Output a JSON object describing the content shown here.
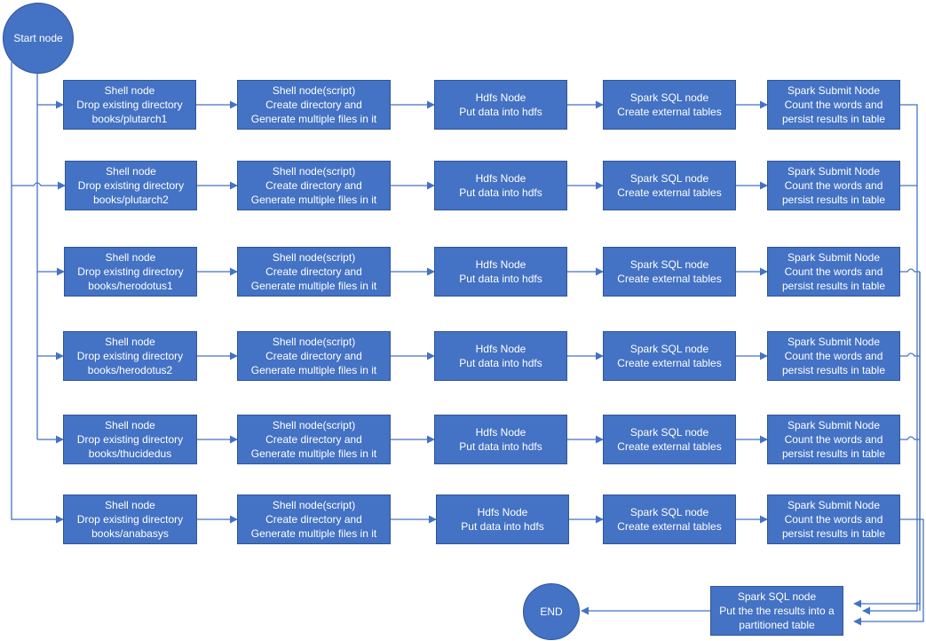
{
  "start": {
    "label": "Start node"
  },
  "end": {
    "label": "END"
  },
  "rows": [
    {
      "shell": [
        "Shell node",
        "Drop existing directory",
        "books/plutarch1"
      ],
      "script": [
        "Shell node(script)",
        "Create directory and",
        "Generate multiple files in it"
      ],
      "hdfs": [
        "Hdfs Node",
        "Put data into hdfs"
      ],
      "sql": [
        "Spark SQL node",
        "Create external tables"
      ],
      "submit": [
        "Spark Submit Node",
        "Count the words and",
        "persist results in table"
      ]
    },
    {
      "shell": [
        "Shell node",
        "Drop existing directory",
        "books/plutarch2"
      ],
      "script": [
        "Shell node(script)",
        "Create directory and",
        "Generate multiple files in it"
      ],
      "hdfs": [
        "Hdfs Node",
        "Put data into hdfs"
      ],
      "sql": [
        "Spark SQL node",
        "Create external tables"
      ],
      "submit": [
        "Spark Submit Node",
        "Count the words and",
        "persist results in table"
      ]
    },
    {
      "shell": [
        "Shell node",
        "Drop existing directory",
        "books/herodotus1"
      ],
      "script": [
        "Shell node(script)",
        "Create directory and",
        "Generate multiple files in it"
      ],
      "hdfs": [
        "Hdfs Node",
        "Put data into hdfs"
      ],
      "sql": [
        "Spark SQL node",
        "Create external tables"
      ],
      "submit": [
        "Spark Submit Node",
        "Count the words and",
        "persist results in table"
      ]
    },
    {
      "shell": [
        "Shell node",
        "Drop existing directory",
        "books/herodotus2"
      ],
      "script": [
        "Shell node(script)",
        "Create directory and",
        "Generate multiple files in it"
      ],
      "hdfs": [
        "Hdfs Node",
        "Put data into hdfs"
      ],
      "sql": [
        "Spark SQL node",
        "Create external tables"
      ],
      "submit": [
        "Spark Submit Node",
        "Count the words and",
        "persist results in table"
      ]
    },
    {
      "shell": [
        "Shell node",
        "Drop existing directory",
        "books/thucidedus"
      ],
      "script": [
        "Shell node(script)",
        "Create directory and",
        "Generate multiple files in it"
      ],
      "hdfs": [
        "Hdfs Node",
        "Put data into hdfs"
      ],
      "sql": [
        "Spark SQL node",
        "Create external tables"
      ],
      "submit": [
        "Spark Submit Node",
        "Count the words and",
        "persist results in table"
      ]
    },
    {
      "shell": [
        "Shell node",
        "Drop existing directory",
        "books/anabasys"
      ],
      "script": [
        "Shell node(script)",
        "Create directory and",
        "Generate multiple files in it"
      ],
      "hdfs": [
        "Hdfs Node",
        "Put data into hdfs"
      ],
      "sql": [
        "Spark SQL node",
        "Create external tables"
      ],
      "submit": [
        "Spark Submit Node",
        "Count the words and",
        "persist results in table"
      ]
    }
  ],
  "final": [
    "Spark SQL node",
    "Put the the results into a",
    "partitioned table"
  ],
  "colors": {
    "node_fill": "#4472c4",
    "node_border": "#2f5597",
    "edge": "#4472c4",
    "text": "#ffffff"
  }
}
